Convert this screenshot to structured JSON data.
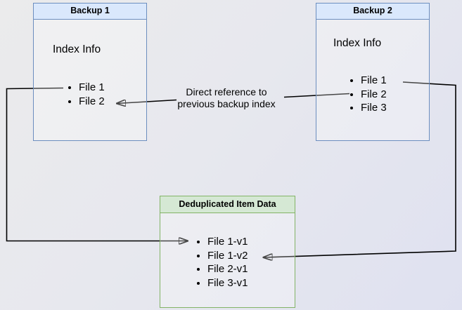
{
  "boxes": {
    "backup1": {
      "title": "Backup 1",
      "subtitle": "Index Info",
      "items": [
        "File 1",
        "File 2"
      ],
      "header_bg": "#dae8fc",
      "border": "#6c8ebf"
    },
    "backup2": {
      "title": "Backup 2",
      "subtitle": "Index Info",
      "items": [
        "File 1",
        "File 2",
        "File 3"
      ],
      "header_bg": "#dae8fc",
      "border": "#6c8ebf"
    },
    "dedup": {
      "title": "Deduplicated Item Data",
      "items": [
        "File 1-v1",
        "File 1-v2",
        "File 2-v1",
        "File 3-v1"
      ],
      "header_bg": "#d5e8d4",
      "border": "#82b366"
    }
  },
  "annotations": {
    "direct_reference": {
      "line1": "Direct reference to",
      "line2": "previous backup index"
    }
  },
  "colors": {
    "arrow": "#000000",
    "text": "#000000"
  }
}
